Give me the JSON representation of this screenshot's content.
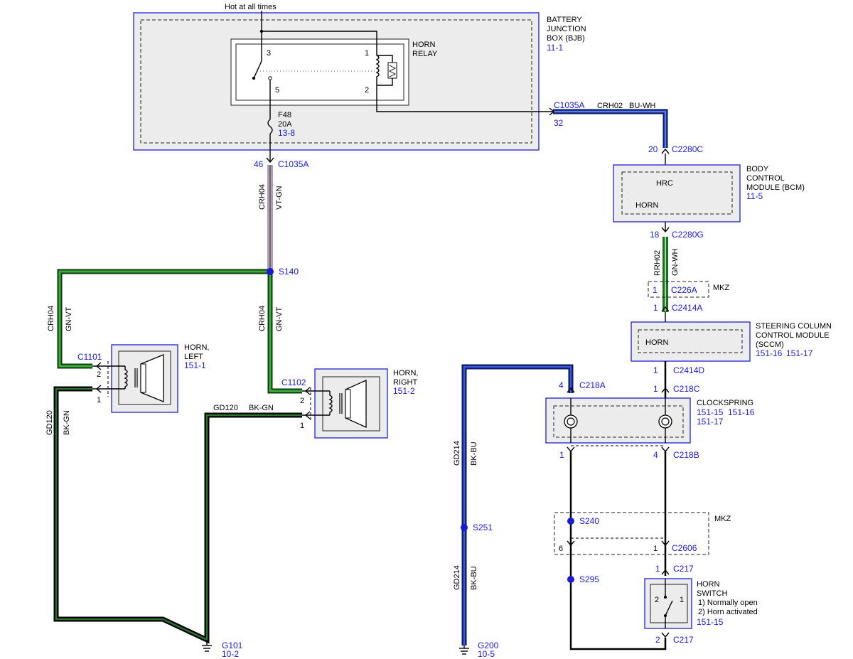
{
  "top": {
    "hot": "Hot at all times"
  },
  "bjb": {
    "l1": "BATTERY",
    "l2": "JUNCTION",
    "l3": "BOX (BJB)",
    "ref": "11-1"
  },
  "relay": {
    "l1": "HORN",
    "l2": "RELAY",
    "p3": "3",
    "p1": "1",
    "p5": "5",
    "p2": "2"
  },
  "fuse": {
    "name": "F48",
    "rating": "20A",
    "ref": "13-8"
  },
  "c1035a_top": {
    "pin": "46",
    "conn": "C1035A"
  },
  "c1035a_right": {
    "conn": "C1035A",
    "pin": "32"
  },
  "wires": {
    "crh02": "CRH02",
    "bu_wh": "BU-WH",
    "crh04": "CRH04",
    "vt_gn": "VT-GN",
    "gn_vt": "GN-VT",
    "rrh02": "RRH02",
    "gn_wh": "GN-WH",
    "gd120": "GD120",
    "bk_gn": "BK-GN",
    "gd214": "GD214",
    "bk_bu": "BK-BU"
  },
  "splices": {
    "s140": "S140",
    "s251": "S251",
    "s240": "S240",
    "s295": "S295"
  },
  "bcm": {
    "pin20": "20",
    "c2280c": "C2280C",
    "l1": "BODY",
    "l2": "CONTROL",
    "l3": "MODULE (BCM)",
    "ref": "11-5",
    "hrc": "HRC",
    "horn": "HORN",
    "pin18": "18",
    "c2280g": "C2280G"
  },
  "mkz": {
    "label": "MKZ",
    "pin1": "1",
    "c226a": "C226A",
    "label2": "MKZ"
  },
  "sccm": {
    "pin_top": "1",
    "c2414a": "C2414A",
    "l1": "STEERING COLUMN",
    "l2": "CONTROL MODULE",
    "l3": "(SCCM)",
    "ref1": "151-16",
    "ref2": "151-17",
    "horn": "HORN",
    "pin_bot": "1",
    "c2414d": "C2414D"
  },
  "clockspring": {
    "pin4": "4",
    "c218a": "C218A",
    "pin1c": "1",
    "c218c": "C218C",
    "name": "CLOCKSPRING",
    "ref1": "151-15",
    "ref2": "151-16",
    "ref3": "151-17",
    "pin1b": "1",
    "pin4b": "4",
    "c218b": "C218B"
  },
  "c2606": {
    "pin6": "6",
    "pin1": "1",
    "conn": "C2606"
  },
  "hornswitch": {
    "pin_top": "1",
    "c217": "C217",
    "l1": "HORN",
    "l2": "SWITCH",
    "n1": "1) Normally open",
    "n2": "2) Horn activated",
    "ref": "151-15",
    "p2": "2",
    "p1": "1",
    "pin_bot": "2",
    "c217b": "C217"
  },
  "horn_left": {
    "conn": "C1101",
    "p2": "2",
    "p1": "1",
    "l1": "HORN,",
    "l2": "LEFT",
    "ref": "151-1"
  },
  "horn_right": {
    "conn": "C1102",
    "p2": "2",
    "p1": "1",
    "l1": "HORN,",
    "l2": "RIGHT",
    "ref": "151-2"
  },
  "grounds": {
    "g101": "G101",
    "g101ref": "10-2",
    "g200": "G200",
    "g200ref": "10-5"
  },
  "colors": {
    "blue": "#1a1ad6",
    "green": "#2e7d1e",
    "violet": "#c090c8",
    "darknavy": "#0a1a6a",
    "darkgreen": "#0d3a0d"
  }
}
